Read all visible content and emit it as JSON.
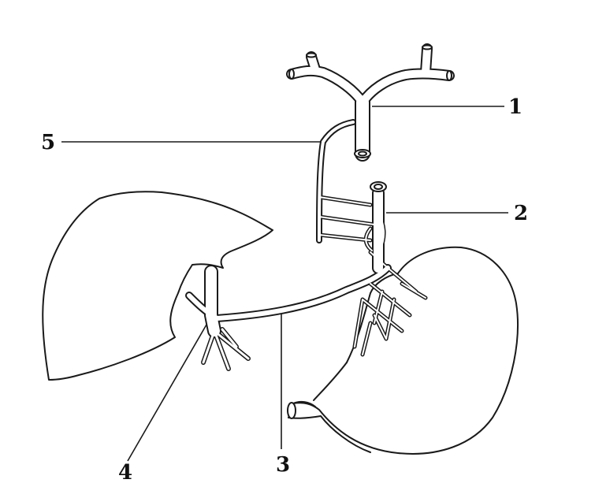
{
  "diagram": {
    "labels": [
      {
        "id": "1",
        "text": "1"
      },
      {
        "id": "2",
        "text": "2"
      },
      {
        "id": "3",
        "text": "3"
      },
      {
        "id": "4",
        "text": "4"
      },
      {
        "id": "5",
        "text": "5"
      }
    ]
  }
}
